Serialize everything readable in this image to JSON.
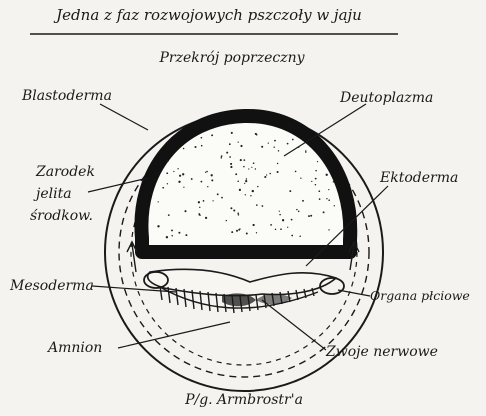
{
  "title": "Jedna z faz rozwojowych pszczoły w jaju",
  "subtitle": "Przekrój poprzeczny",
  "caption": "P/g. Armbrostr'a",
  "labels": {
    "blastoderma": "Blastoderma",
    "deutoplazma": "Deutoplazma",
    "zarodek_1": "Zarodek",
    "zarodek_2": "jelita",
    "zarodek_3": "środkow.",
    "ektoderma": "Ektoderma",
    "mesoderma": "Mesoderma",
    "organa": "Organa płciowe",
    "amnion": "Amnion",
    "zwoje": "Zwoje nerwowe"
  },
  "colors": {
    "ink": "#1a1a1a",
    "paper": "#f4f3ef",
    "yolk": "#fbfbf8"
  }
}
